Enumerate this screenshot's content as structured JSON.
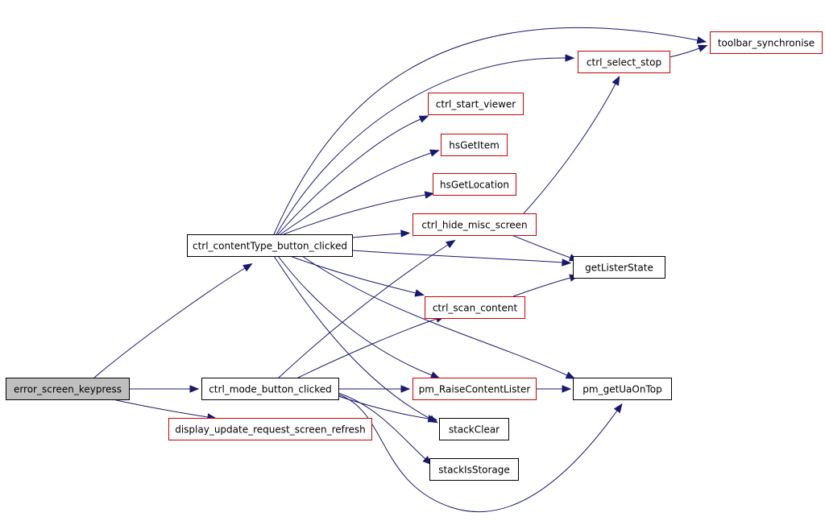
{
  "colors": {
    "edge": "#191970",
    "border_plain": "#000000",
    "border_undocumented": "#cc0000",
    "fill_root": "#bfbfbf",
    "fill_default": "#ffffff"
  },
  "nodes": [
    {
      "id": "error_screen_keypress",
      "label": "error_screen_keypress",
      "style": "root"
    },
    {
      "id": "ctrl_contentType_button_clicked",
      "label": "ctrl_contentType_button_clicked",
      "style": "plain"
    },
    {
      "id": "ctrl_mode_button_clicked",
      "label": "ctrl_mode_button_clicked",
      "style": "plain"
    },
    {
      "id": "display_update_request_screen_refresh",
      "label": "display_update_request_screen_refresh",
      "style": "red"
    },
    {
      "id": "toolbar_synchronise",
      "label": "toolbar_synchronise",
      "style": "red"
    },
    {
      "id": "ctrl_select_stop",
      "label": "ctrl_select_stop",
      "style": "red"
    },
    {
      "id": "ctrl_start_viewer",
      "label": "ctrl_start_viewer",
      "style": "red"
    },
    {
      "id": "hsGetItem",
      "label": "hsGetItem",
      "style": "red"
    },
    {
      "id": "hsGetLocation",
      "label": "hsGetLocation",
      "style": "red"
    },
    {
      "id": "ctrl_hide_misc_screen",
      "label": "ctrl_hide_misc_screen",
      "style": "red"
    },
    {
      "id": "getListerState",
      "label": "getListerState",
      "style": "plain"
    },
    {
      "id": "ctrl_scan_content",
      "label": "ctrl_scan_content",
      "style": "red"
    },
    {
      "id": "pm_RaiseContentLister",
      "label": "pm_RaiseContentLister",
      "style": "red"
    },
    {
      "id": "pm_getUaOnTop",
      "label": "pm_getUaOnTop",
      "style": "plain"
    },
    {
      "id": "stackClear",
      "label": "stackClear",
      "style": "plain"
    },
    {
      "id": "stackIsStorage",
      "label": "stackIsStorage",
      "style": "plain"
    }
  ],
  "edges": [
    {
      "from": "error_screen_keypress",
      "to": "ctrl_contentType_button_clicked"
    },
    {
      "from": "error_screen_keypress",
      "to": "ctrl_mode_button_clicked"
    },
    {
      "from": "error_screen_keypress",
      "to": "display_update_request_screen_refresh"
    },
    {
      "from": "ctrl_contentType_button_clicked",
      "to": "toolbar_synchronise"
    },
    {
      "from": "ctrl_contentType_button_clicked",
      "to": "ctrl_select_stop"
    },
    {
      "from": "ctrl_contentType_button_clicked",
      "to": "ctrl_start_viewer"
    },
    {
      "from": "ctrl_contentType_button_clicked",
      "to": "hsGetItem"
    },
    {
      "from": "ctrl_contentType_button_clicked",
      "to": "hsGetLocation"
    },
    {
      "from": "ctrl_contentType_button_clicked",
      "to": "ctrl_hide_misc_screen"
    },
    {
      "from": "ctrl_contentType_button_clicked",
      "to": "getListerState"
    },
    {
      "from": "ctrl_contentType_button_clicked",
      "to": "ctrl_scan_content"
    },
    {
      "from": "ctrl_contentType_button_clicked",
      "to": "pm_RaiseContentLister"
    },
    {
      "from": "ctrl_contentType_button_clicked",
      "to": "pm_getUaOnTop"
    },
    {
      "from": "ctrl_contentType_button_clicked",
      "to": "stackClear"
    },
    {
      "from": "ctrl_mode_button_clicked",
      "to": "ctrl_hide_misc_screen"
    },
    {
      "from": "ctrl_mode_button_clicked",
      "to": "ctrl_scan_content"
    },
    {
      "from": "ctrl_mode_button_clicked",
      "to": "pm_RaiseContentLister"
    },
    {
      "from": "ctrl_mode_button_clicked",
      "to": "stackClear"
    },
    {
      "from": "ctrl_mode_button_clicked",
      "to": "stackIsStorage"
    },
    {
      "from": "ctrl_mode_button_clicked",
      "to": "pm_getUaOnTop"
    },
    {
      "from": "ctrl_select_stop",
      "to": "toolbar_synchronise"
    },
    {
      "from": "ctrl_hide_misc_screen",
      "to": "ctrl_select_stop"
    },
    {
      "from": "ctrl_hide_misc_screen",
      "to": "getListerState"
    },
    {
      "from": "ctrl_scan_content",
      "to": "getListerState"
    },
    {
      "from": "pm_RaiseContentLister",
      "to": "pm_getUaOnTop"
    }
  ]
}
